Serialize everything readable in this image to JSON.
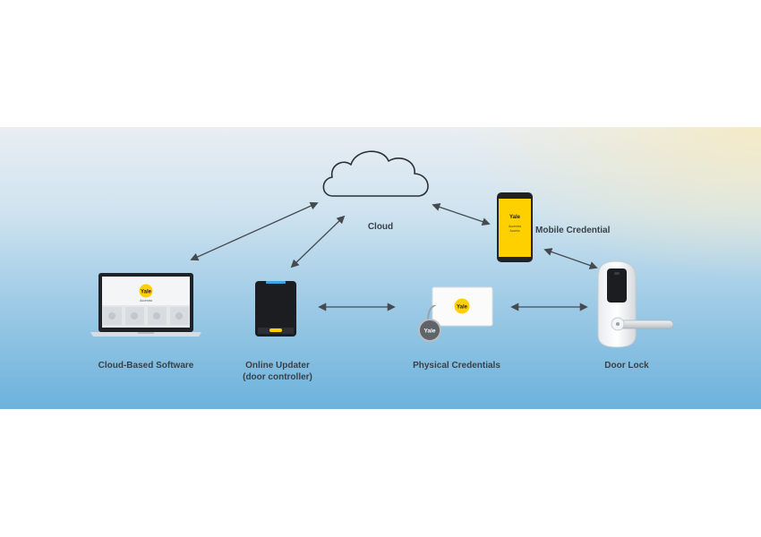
{
  "labels": {
    "cloud": "Cloud",
    "mobile": "Mobile Credential",
    "software": "Cloud-Based Software",
    "updater_line1": "Online Updater",
    "updater_line2": "(door controller)",
    "physical": "Physical Credentials",
    "door_lock": "Door Lock"
  },
  "brand": {
    "logo": "Yale",
    "app_name": "Accentra",
    "phone_screen_line1": "Accentra",
    "phone_screen_line2": "Access"
  },
  "colors": {
    "yale_yellow": "#ffd000",
    "arrow": "#454a50",
    "label_text": "#3a4047"
  }
}
